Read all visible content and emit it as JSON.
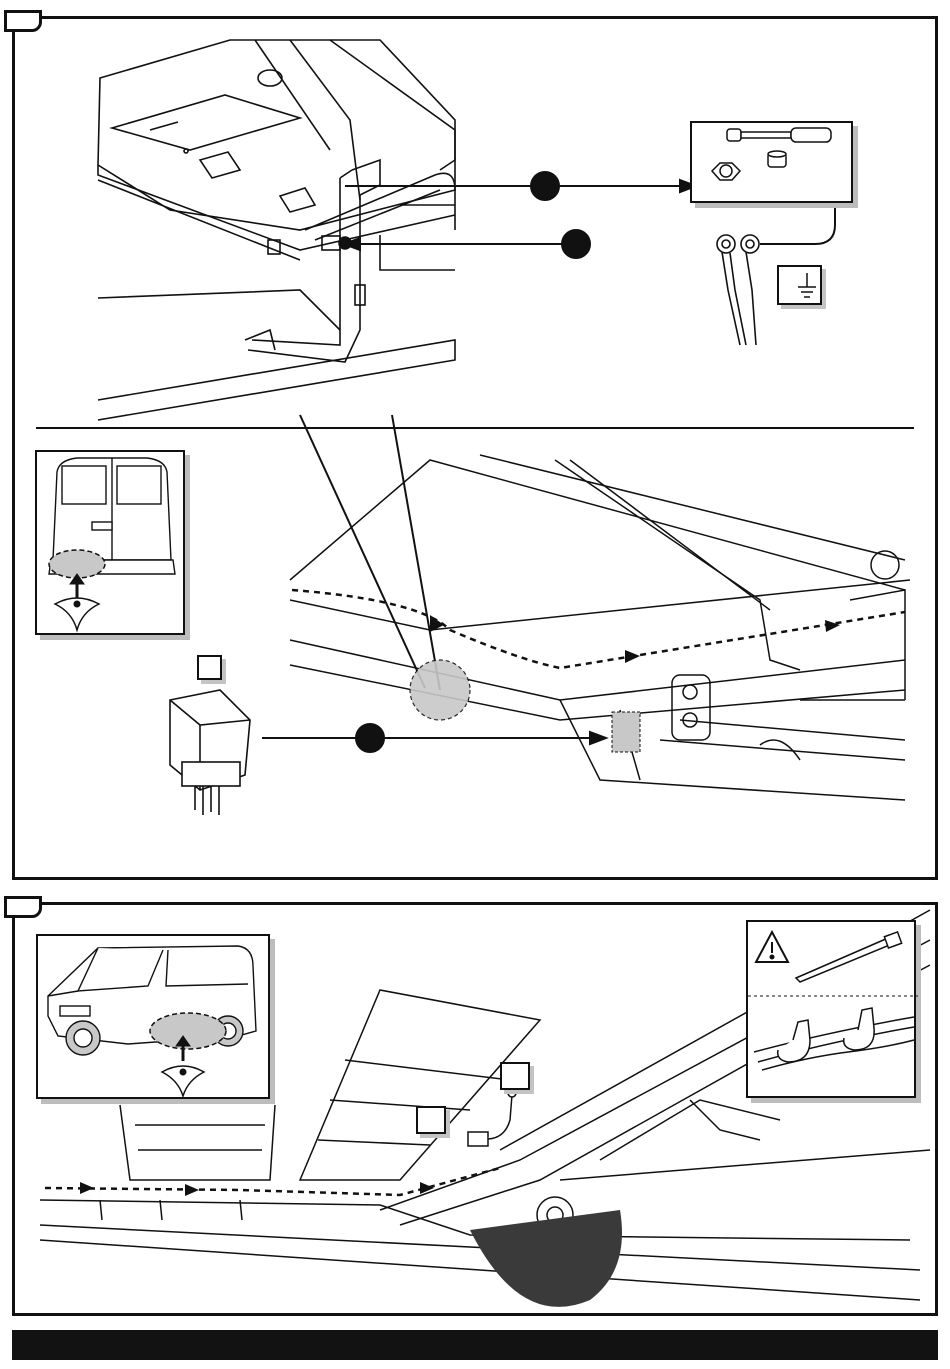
{
  "page": {
    "step_labels": [
      "",
      ""
    ],
    "footer_text": ""
  },
  "colors": {
    "line": "#111111",
    "shade": "#c8c8c8",
    "dark_fill": "#3a3a3a",
    "shadow": "#bdbdbd"
  },
  "icons": {
    "step1": [
      "ratchet-wrench-icon",
      "nut-icon",
      "socket-icon",
      "ring-terminal-icon",
      "ground-symbol-icon",
      "eye-view-icon",
      "connector-module-icon"
    ],
    "step2": [
      "van-view-icon",
      "eye-view-icon",
      "warning-triangle-icon",
      "cable-tie-icon",
      "cable-tie-bundle-icon"
    ]
  },
  "callouts": {
    "step1_markers": 3,
    "step1_empty_label_boxes": 1,
    "step2_empty_label_boxes": 2
  }
}
